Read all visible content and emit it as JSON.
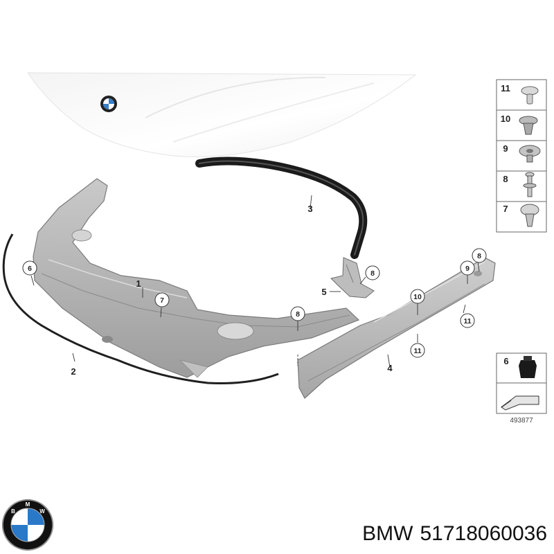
{
  "diagram": {
    "reference_number": "493877",
    "parts": [
      {
        "id": "part-1",
        "label": "1"
      },
      {
        "id": "part-2",
        "label": "2"
      },
      {
        "id": "part-3",
        "label": "3"
      },
      {
        "id": "part-4",
        "label": "4"
      },
      {
        "id": "part-5",
        "label": "5"
      }
    ],
    "callouts": [
      {
        "id": "callout-6-left",
        "label": "6"
      },
      {
        "id": "callout-7",
        "label": "7"
      },
      {
        "id": "callout-8-center",
        "label": "8"
      },
      {
        "id": "callout-8-bracket",
        "label": "8"
      },
      {
        "id": "callout-8-rail",
        "label": "8"
      },
      {
        "id": "callout-9",
        "label": "9"
      },
      {
        "id": "callout-10",
        "label": "10"
      },
      {
        "id": "callout-11-right",
        "label": "11"
      },
      {
        "id": "callout-11-lower",
        "label": "11"
      }
    ],
    "legend": [
      {
        "label": "11",
        "icon": "push-rivet-icon"
      },
      {
        "label": "10",
        "icon": "expanding-nut-icon"
      },
      {
        "label": "9",
        "icon": "clip-nut-icon"
      },
      {
        "label": "8",
        "icon": "plastic-rivet-icon"
      },
      {
        "label": "7",
        "icon": "expanding-rivet-icon"
      }
    ],
    "extra_legend": {
      "label": "6",
      "icon": "rubber-buffer-icon"
    }
  },
  "caption": {
    "brand": "BMW",
    "part_number": "51718060036"
  },
  "logo": {
    "letters": [
      "B",
      "M",
      "W"
    ],
    "colors": {
      "ring": "#111111",
      "blue": "#2a78c8",
      "white": "#ffffff"
    }
  }
}
